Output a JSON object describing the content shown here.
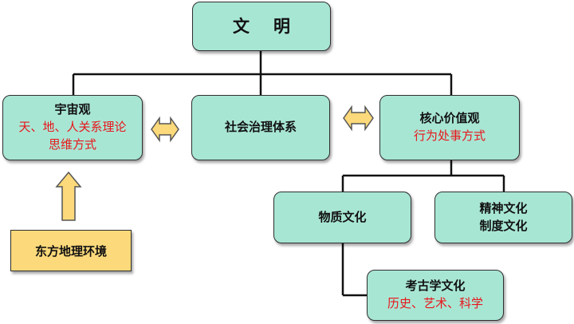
{
  "root": {
    "label": "文明"
  },
  "cosmology": {
    "title": "宇宙观",
    "line1": "天、地、人关系理论",
    "line2": "思维方式"
  },
  "governance": {
    "label": "社会治理体系"
  },
  "core_values": {
    "title": "核心价值观",
    "subtitle": "行为处事方式"
  },
  "material_culture": {
    "label": "物质文化"
  },
  "spiritual_culture": {
    "line1": "精神文化",
    "line2": "制度文化"
  },
  "archaeology": {
    "title": "考古学文化",
    "subtitle": "历史、艺术、科学"
  },
  "environment": {
    "label": "东方地理环境"
  },
  "colors": {
    "box_fill": "#a8e6d4",
    "env_fill": "#fcd97a",
    "arrow_fill": "#fcd97a",
    "red_text": "#e8161b",
    "line": "#111111"
  }
}
